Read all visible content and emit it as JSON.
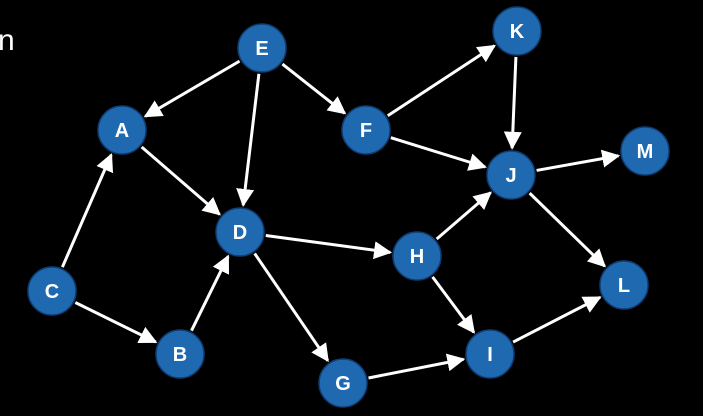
{
  "corner_text": "n",
  "colors": {
    "background": "#000000",
    "node_fill": "#1f69b0",
    "node_stroke": "#0f3d73",
    "edge": "#ffffff",
    "text": "#ffffff"
  },
  "graph": {
    "nodes": [
      {
        "id": "E",
        "label": "E"
      },
      {
        "id": "K",
        "label": "K"
      },
      {
        "id": "A",
        "label": "A"
      },
      {
        "id": "F",
        "label": "F"
      },
      {
        "id": "M",
        "label": "M"
      },
      {
        "id": "J",
        "label": "J"
      },
      {
        "id": "D",
        "label": "D"
      },
      {
        "id": "H",
        "label": "H"
      },
      {
        "id": "C",
        "label": "C"
      },
      {
        "id": "L",
        "label": "L"
      },
      {
        "id": "B",
        "label": "B"
      },
      {
        "id": "I",
        "label": "I"
      },
      {
        "id": "G",
        "label": "G"
      }
    ],
    "edges": [
      {
        "from": "E",
        "to": "A"
      },
      {
        "from": "E",
        "to": "D"
      },
      {
        "from": "E",
        "to": "F"
      },
      {
        "from": "F",
        "to": "K"
      },
      {
        "from": "F",
        "to": "J"
      },
      {
        "from": "K",
        "to": "J"
      },
      {
        "from": "J",
        "to": "M"
      },
      {
        "from": "J",
        "to": "L"
      },
      {
        "from": "A",
        "to": "D"
      },
      {
        "from": "C",
        "to": "A"
      },
      {
        "from": "C",
        "to": "B"
      },
      {
        "from": "B",
        "to": "D"
      },
      {
        "from": "D",
        "to": "H"
      },
      {
        "from": "D",
        "to": "G"
      },
      {
        "from": "H",
        "to": "J"
      },
      {
        "from": "H",
        "to": "I"
      },
      {
        "from": "G",
        "to": "I"
      },
      {
        "from": "I",
        "to": "L"
      }
    ]
  }
}
